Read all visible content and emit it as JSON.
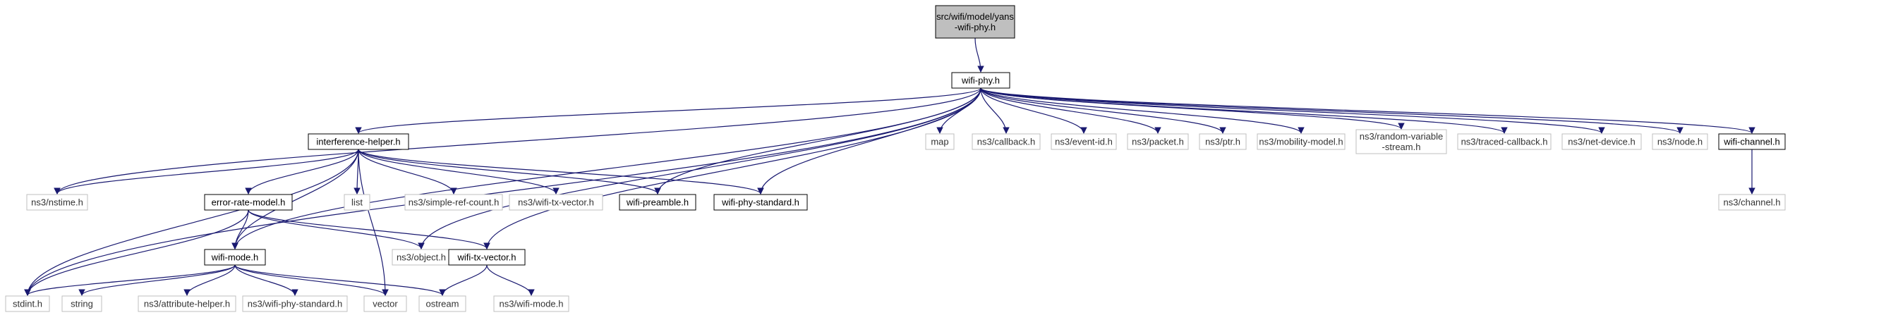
{
  "diagram": {
    "nodes": [
      {
        "id": "yans",
        "lines": [
          "src/wifi/model/yans",
          "-wifi-phy.h"
        ],
        "style": "root"
      },
      {
        "id": "wifiphy",
        "lines": [
          "wifi-phy.h"
        ],
        "style": "local"
      },
      {
        "id": "interf",
        "lines": [
          "interference-helper.h"
        ],
        "style": "local"
      },
      {
        "id": "map",
        "lines": [
          "map"
        ],
        "style": "system"
      },
      {
        "id": "callback",
        "lines": [
          "ns3/callback.h"
        ],
        "style": "system"
      },
      {
        "id": "eventid",
        "lines": [
          "ns3/event-id.h"
        ],
        "style": "system"
      },
      {
        "id": "packet",
        "lines": [
          "ns3/packet.h"
        ],
        "style": "system"
      },
      {
        "id": "ptr",
        "lines": [
          "ns3/ptr.h"
        ],
        "style": "system"
      },
      {
        "id": "mobility",
        "lines": [
          "ns3/mobility-model.h"
        ],
        "style": "system"
      },
      {
        "id": "random",
        "lines": [
          "ns3/random-variable",
          "-stream.h"
        ],
        "style": "system"
      },
      {
        "id": "traced",
        "lines": [
          "ns3/traced-callback.h"
        ],
        "style": "system"
      },
      {
        "id": "netdevice",
        "lines": [
          "ns3/net-device.h"
        ],
        "style": "system"
      },
      {
        "id": "node",
        "lines": [
          "ns3/node.h"
        ],
        "style": "system"
      },
      {
        "id": "wifichannel",
        "lines": [
          "wifi-channel.h"
        ],
        "style": "local"
      },
      {
        "id": "nstime",
        "lines": [
          "ns3/nstime.h"
        ],
        "style": "system"
      },
      {
        "id": "errrate",
        "lines": [
          "error-rate-model.h"
        ],
        "style": "local"
      },
      {
        "id": "list",
        "lines": [
          "list"
        ],
        "style": "system"
      },
      {
        "id": "simpleref",
        "lines": [
          "ns3/simple-ref-count.h"
        ],
        "style": "system"
      },
      {
        "id": "ns3txvec",
        "lines": [
          "ns3/wifi-tx-vector.h"
        ],
        "style": "system"
      },
      {
        "id": "preamble",
        "lines": [
          "wifi-preamble.h"
        ],
        "style": "local"
      },
      {
        "id": "phystd",
        "lines": [
          "wifi-phy-standard.h"
        ],
        "style": "local"
      },
      {
        "id": "ns3channel",
        "lines": [
          "ns3/channel.h"
        ],
        "style": "system"
      },
      {
        "id": "wifimode",
        "lines": [
          "wifi-mode.h"
        ],
        "style": "local"
      },
      {
        "id": "object",
        "lines": [
          "ns3/object.h"
        ],
        "style": "system"
      },
      {
        "id": "txvector",
        "lines": [
          "wifi-tx-vector.h"
        ],
        "style": "local"
      },
      {
        "id": "stdint",
        "lines": [
          "stdint.h"
        ],
        "style": "system"
      },
      {
        "id": "string",
        "lines": [
          "string"
        ],
        "style": "system"
      },
      {
        "id": "attr",
        "lines": [
          "ns3/attribute-helper.h"
        ],
        "style": "system"
      },
      {
        "id": "ns3phystd",
        "lines": [
          "ns3/wifi-phy-standard.h"
        ],
        "style": "system"
      },
      {
        "id": "vector",
        "lines": [
          "vector"
        ],
        "style": "system"
      },
      {
        "id": "ostream",
        "lines": [
          "ostream"
        ],
        "style": "system"
      },
      {
        "id": "ns3mode",
        "lines": [
          "ns3/wifi-mode.h"
        ],
        "style": "system"
      }
    ],
    "edges": [
      [
        "yans",
        "wifiphy"
      ],
      [
        "wifiphy",
        "interf"
      ],
      [
        "wifiphy",
        "map"
      ],
      [
        "wifiphy",
        "callback"
      ],
      [
        "wifiphy",
        "eventid"
      ],
      [
        "wifiphy",
        "packet"
      ],
      [
        "wifiphy",
        "ptr"
      ],
      [
        "wifiphy",
        "mobility"
      ],
      [
        "wifiphy",
        "random"
      ],
      [
        "wifiphy",
        "traced"
      ],
      [
        "wifiphy",
        "netdevice"
      ],
      [
        "wifiphy",
        "node"
      ],
      [
        "wifiphy",
        "wifichannel"
      ],
      [
        "wifiphy",
        "nstime"
      ],
      [
        "wifiphy",
        "preamble"
      ],
      [
        "wifiphy",
        "phystd"
      ],
      [
        "wifiphy",
        "wifimode"
      ],
      [
        "wifiphy",
        "object"
      ],
      [
        "wifiphy",
        "txvector"
      ],
      [
        "wifiphy",
        "stdint"
      ],
      [
        "interf",
        "nstime"
      ],
      [
        "interf",
        "errrate"
      ],
      [
        "interf",
        "list"
      ],
      [
        "interf",
        "simpleref"
      ],
      [
        "interf",
        "ns3txvec"
      ],
      [
        "interf",
        "preamble"
      ],
      [
        "interf",
        "phystd"
      ],
      [
        "interf",
        "wifimode"
      ],
      [
        "interf",
        "vector"
      ],
      [
        "interf",
        "stdint"
      ],
      [
        "errrate",
        "wifimode"
      ],
      [
        "errrate",
        "object"
      ],
      [
        "errrate",
        "txvector"
      ],
      [
        "errrate",
        "stdint"
      ],
      [
        "wifimode",
        "stdint"
      ],
      [
        "wifimode",
        "string"
      ],
      [
        "wifimode",
        "attr"
      ],
      [
        "wifimode",
        "ns3phystd"
      ],
      [
        "wifimode",
        "vector"
      ],
      [
        "wifimode",
        "ostream"
      ],
      [
        "txvector",
        "ostream"
      ],
      [
        "txvector",
        "ns3mode"
      ],
      [
        "wifichannel",
        "ns3channel"
      ]
    ]
  },
  "colors": {
    "edge": "#191970",
    "root_fill": "#bfbfbf",
    "local_border": "#000000",
    "system_border": "#bfbfbf",
    "system_text": "#333333"
  }
}
